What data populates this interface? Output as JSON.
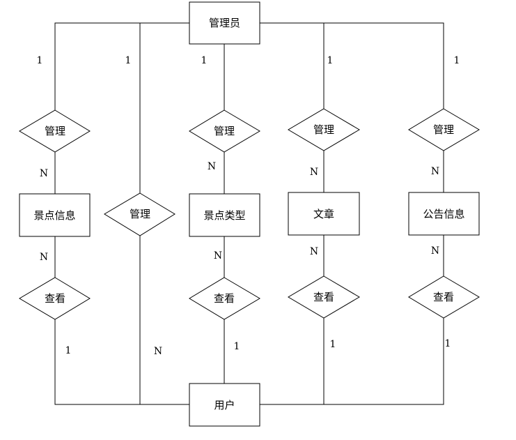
{
  "diagram": {
    "entities": {
      "admin": "管理员",
      "scenic_info": "景点信息",
      "scenic_type": "景点类型",
      "article": "文章",
      "notice_info": "公告信息",
      "user": "用户"
    },
    "relationships": {
      "manage_scenic_info": "管理",
      "manage_user": "管理",
      "manage_scenic_type": "管理",
      "manage_article": "管理",
      "manage_notice_info": "管理",
      "view_scenic_info": "查看",
      "view_scenic_type": "查看",
      "view_article": "查看",
      "view_notice_info": "查看"
    },
    "cardinalities": {
      "admin_manage_scenic_info": "1",
      "manage_scenic_info_n": "N",
      "admin_manage_user": "1",
      "admin_manage_scenic_type": "1",
      "manage_scenic_type_n": "N",
      "admin_manage_article": "1",
      "manage_article_n": "N",
      "admin_manage_notice_info": "1",
      "manage_notice_info_n": "N",
      "scenic_info_view_n": "N",
      "view_scenic_info_user_1": "1",
      "scenic_type_view_n": "N",
      "view_scenic_type_user_1": "1",
      "article_view_n": "N",
      "view_article_user_1": "1",
      "notice_info_view_n": "N",
      "view_notice_info_user_1": "1",
      "manage_user_n": "N"
    }
  }
}
